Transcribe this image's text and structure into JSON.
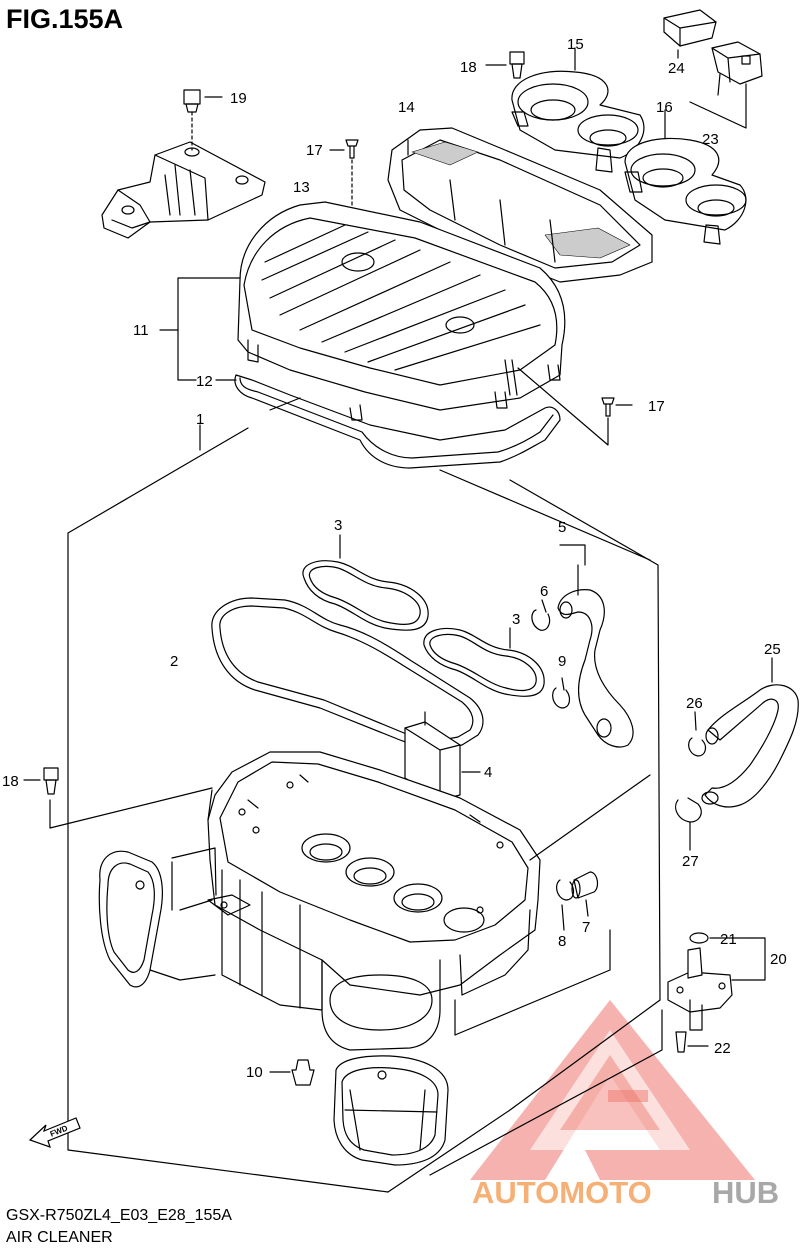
{
  "figure": {
    "title": "FIG.155A",
    "code": "GSX-R750ZL4_E03_E28_155A",
    "name": "AIR CLEANER"
  },
  "callouts": [
    "1",
    "2",
    "3",
    "3",
    "4",
    "5",
    "6",
    "7",
    "8",
    "9",
    "10",
    "11",
    "12",
    "13",
    "14",
    "15",
    "16",
    "17",
    "17",
    "18",
    "18",
    "19",
    "20",
    "21",
    "22",
    "23",
    "24",
    "25",
    "26",
    "27"
  ],
  "fwd_label": "FWD",
  "watermark": {
    "text_a": "AUTOMOTO",
    "text_b": "HUB",
    "color_red": "#e8463a",
    "color_orange": "#f5a25d",
    "color_gray": "#9a9a9a"
  },
  "colors": {
    "line": "#000000",
    "background": "#ffffff"
  }
}
